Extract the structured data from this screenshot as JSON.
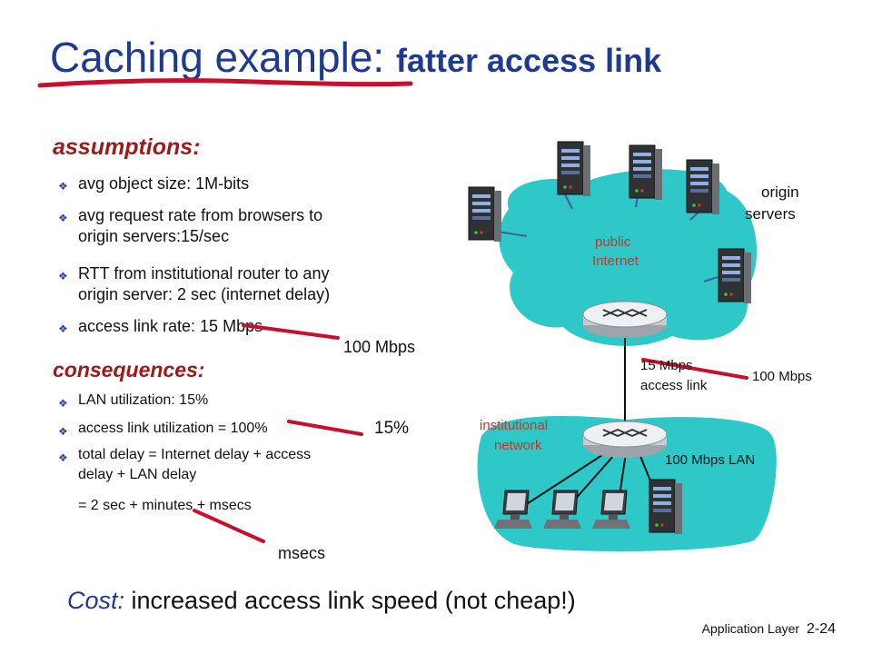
{
  "title": {
    "main": "Caching example:",
    "sub": "fatter access link"
  },
  "assumptions": {
    "heading": "assumptions:",
    "items": [
      "avg object size: 1M-bits",
      "avg request rate from browsers to",
      "origin servers:15/sec",
      "RTT from institutional router to any",
      "origin server: 2 sec (internet delay)",
      "access link rate: 15 Mbps"
    ],
    "correction": "100 Mbps"
  },
  "consequences": {
    "heading": "consequences:",
    "items": [
      "LAN utilization: 15%",
      "access link utilization  =  100%",
      "total delay    = Internet delay + access",
      "delay + LAN delay",
      "=  2 sec + minutes + msecs"
    ],
    "correction_util": "15%",
    "correction_delay": "msecs"
  },
  "diagram": {
    "origin_servers_line1": "origin",
    "origin_servers_line2": "servers",
    "public_internet_line1": "public",
    "public_internet_line2": "Internet",
    "access_link_line1": "15 Mbps",
    "access_link_line2": "access link",
    "access_link_correction": "100 Mbps",
    "institutional_line1": "institutional",
    "institutional_line2": "network",
    "lan_label": "100 Mbps LAN"
  },
  "cost": {
    "label": "Cost:",
    "text": " increased access link speed (not cheap!)"
  },
  "footer": {
    "label": "Application Layer",
    "page": "2-24"
  },
  "colors": {
    "title": "#1f3b8f",
    "heading": "#9b1b1b",
    "strike": "#c8102e",
    "cloud": "#2ec8c8"
  }
}
